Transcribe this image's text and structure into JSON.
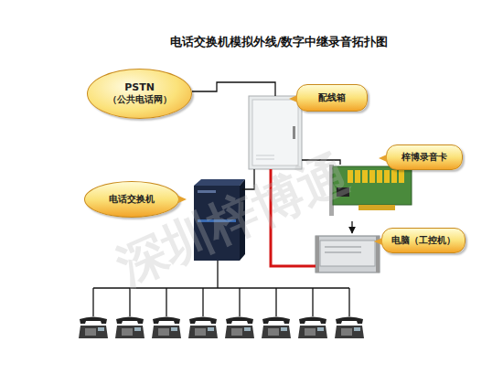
{
  "diagram": {
    "title": "电话交换机模拟外线/数字中继录音拓扑图",
    "nodes": [
      {
        "text": [
          "PSTN",
          "（公共电话网）"
        ]
      },
      {
        "text": [
          "配线箱"
        ]
      },
      {
        "text": [
          "梓博录音卡"
        ]
      },
      {
        "text": [
          "电话交换机"
        ]
      },
      {
        "text": [
          "电脑（工控机）"
        ]
      }
    ],
    "edges": [
      {
        "from": 0,
        "to": 1,
        "arrow": "none"
      },
      {
        "from": 1,
        "to": 3,
        "arrow": "none"
      },
      {
        "from": 1,
        "to": 2,
        "arrow": "none"
      },
      {
        "from": 1,
        "to": 4,
        "arrow": "none"
      },
      {
        "from": 2,
        "to": 4,
        "arrow": "to"
      }
    ],
    "labels": [
      "深圳梓博通"
    ]
  }
}
